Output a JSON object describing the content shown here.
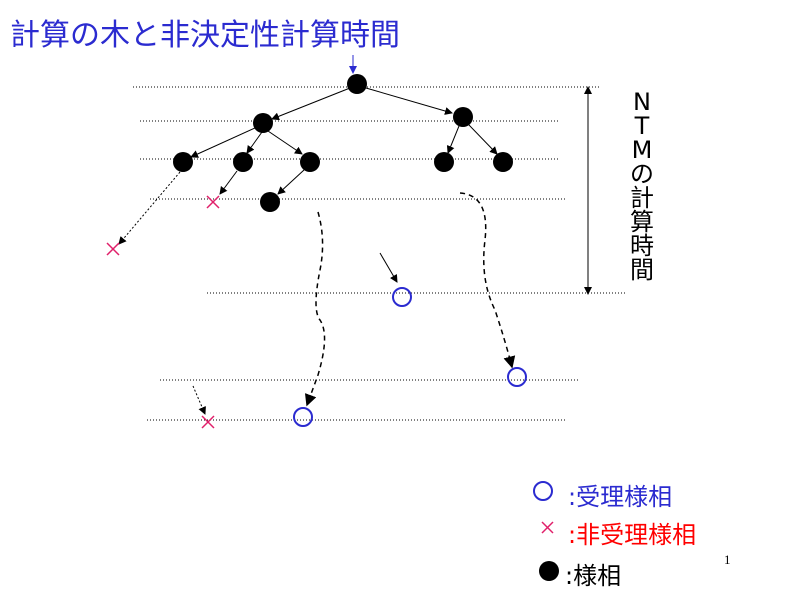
{
  "title": "計算の木と非決定性計算時間",
  "side_label": "NTMの計算時間",
  "legend": {
    "accept": ":受理様相",
    "reject": ":非受理様相",
    "config": ":様相"
  },
  "page_number": "1",
  "colors": {
    "title": "#2b2bd0",
    "accept": "#2b2bd0",
    "reject_mark": "#e0206a",
    "reject_text": "#ff0000",
    "node": "#000000"
  }
}
